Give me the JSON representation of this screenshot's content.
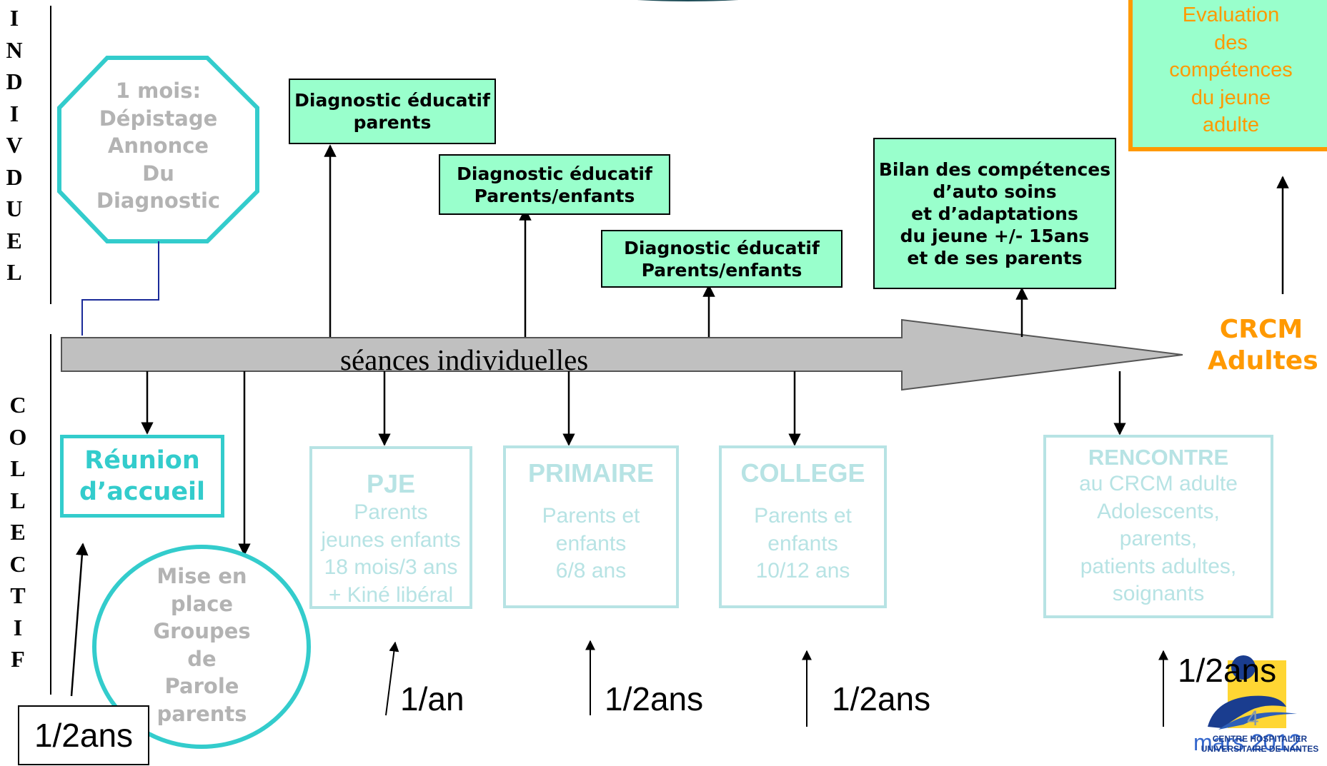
{
  "side_labels": {
    "individuel": "I\nN\nD\nI\nV\nD\nU\nE\nL",
    "collectif": "C\nO\nL\nL\nE\nC\nT\nI\nF"
  },
  "octagon": {
    "text": "1 mois:\nDépistage\nAnnonce\nDu\nDiagnostic"
  },
  "arrow_label": "séances individuelles",
  "diagnostics": [
    {
      "text": "Diagnostic éducatif\nparents"
    },
    {
      "text": "Diagnostic éducatif\nParents/enfants"
    },
    {
      "text": "Diagnostic éducatif\nParents/enfants"
    },
    {
      "text": "Bilan des compétences\nd’auto soins\net d’adaptations\ndu jeune  +/- 15ans\net de ses parents"
    }
  ],
  "evaluation": {
    "text": "Evaluation\ndes\ncompétences\ndu jeune\nadulte"
  },
  "crcm": {
    "line1": "CRCM",
    "line2": "Adultes"
  },
  "reunion": {
    "text": "Réunion\nd’accueil"
  },
  "groupes": {
    "text": "Mise en\nplace\nGroupes\nde\nParole\nparents"
  },
  "sessions": [
    {
      "title": "PJE",
      "body": "Parents\njeunes enfants\n18 mois/3 ans\n+ Kiné libéral"
    },
    {
      "title": "PRIMAIRE",
      "body": "Parents et\nenfants\n6/8 ans"
    },
    {
      "title": "COLLEGE",
      "body": "Parents et\nenfants\n10/12 ans"
    },
    {
      "title": "RENCONTRE",
      "body": "au CRCM adulte\nAdolescents,\nparents,\npatients adultes,\nsoignants"
    }
  ],
  "frequencies": {
    "first": "1/2ans",
    "pje": "1/an",
    "primaire": "1/2ans",
    "college": "1/2ans",
    "rencontre": "1/2ans"
  },
  "footer": {
    "page_number": "4",
    "date": "mars 2012",
    "logo_text": "CENTRE HOSPITALIER\nUNIVERSITAIRE DE NANTES"
  },
  "colors": {
    "diagnostic_fill": "#99ffcc",
    "teal": "#33cccc",
    "pale_teal": "#b7e3e4",
    "orange": "#ff9900",
    "arrow_gray": "#c0c0c0",
    "logo_blue": "#1a3d8f",
    "logo_yellow": "#ffd633"
  }
}
